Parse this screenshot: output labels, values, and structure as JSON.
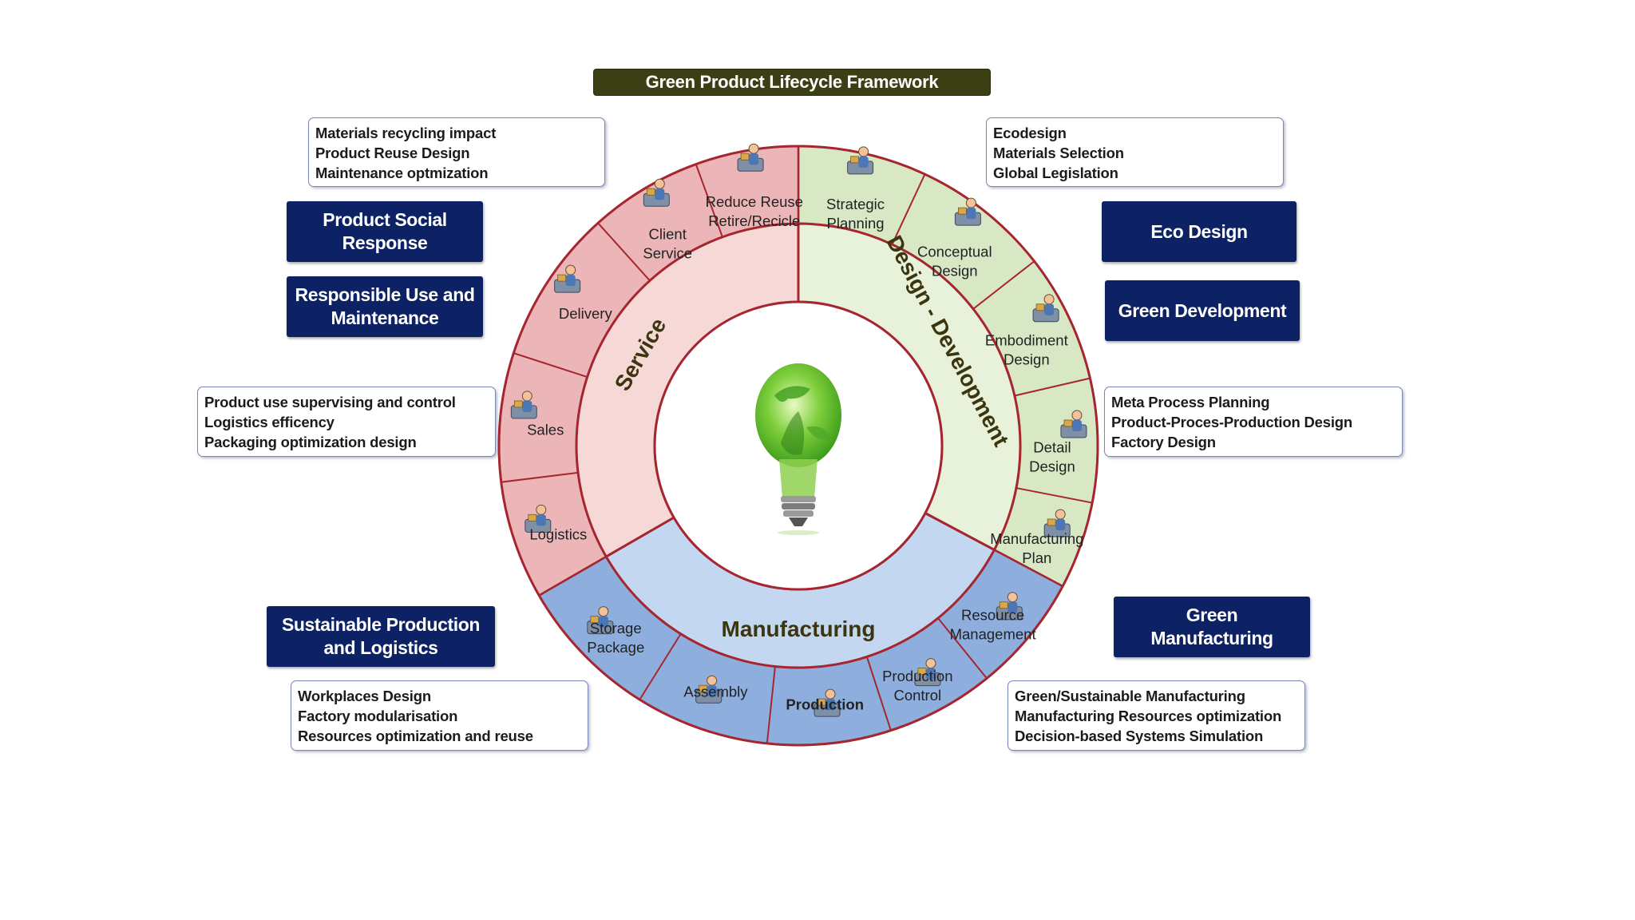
{
  "title": "Green Product Lifecycle Framework",
  "sections": {
    "service": "Service",
    "design": "Design - Development",
    "manufacturing": "Manufacturing"
  },
  "segments": {
    "strategic": [
      "Strategic",
      "Planning"
    ],
    "conceptual": [
      "Conceptual",
      "Design"
    ],
    "embodiment": [
      "Embodiment",
      "Design"
    ],
    "detail": [
      "Detail",
      "Design"
    ],
    "mfgplan": [
      "Manufacturing",
      "Plan"
    ],
    "resource": [
      "Resource",
      "Management"
    ],
    "prodcontrol": [
      "Production",
      "Control"
    ],
    "production": [
      "Production"
    ],
    "assembly": [
      "Assembly"
    ],
    "storage": [
      "Storage",
      "Package"
    ],
    "logistics": [
      "Logistics"
    ],
    "sales": [
      "Sales"
    ],
    "delivery": [
      "Delivery"
    ],
    "client": [
      "Client",
      "Service"
    ],
    "reduce": [
      "Reduce Reuse",
      "Retire/Recicle"
    ]
  },
  "boxes": {
    "product_social": "Product Social\nResponse",
    "responsible_use": "Responsible Use and\nMaintenance",
    "eco_design": "Eco Design",
    "green_development": "Green Development",
    "sustainable_production": "Sustainable Production\nand Logistics",
    "green_manufacturing": "Green\nManufacturing"
  },
  "info": {
    "top_left": [
      "Materials recycling impact",
      "Product Reuse Design",
      "Maintenance optmization"
    ],
    "top_right": [
      "Ecodesign",
      "Materials Selection",
      "Global Legislation"
    ],
    "mid_left": [
      "Product use supervising and control",
      "Logistics efficency",
      "Packaging optimization design"
    ],
    "mid_right": [
      "Meta Process Planning",
      "Product-Proces-Production Design",
      "Factory Design"
    ],
    "bottom_left": [
      "Workplaces Design",
      "Factory modularisation",
      "Resources optimization and reuse"
    ],
    "bottom_right": [
      "Green/Sustainable Manufacturing",
      "Manufacturing Resources optimization",
      "Decision-based Systems Simulation"
    ]
  },
  "colors": {
    "service_outer": "#ecb6b8",
    "service_inner": "#f6d8d6",
    "design_outer": "#d9e8c4",
    "design_inner": "#e8f1d9",
    "manufacturing_outer": "#8eaedd",
    "manufacturing_inner": "#c4d7f0",
    "ring_border": "#a62630",
    "navy": "#0d2264",
    "banner": "#3c3e14"
  },
  "icons": {
    "center": "light-bulb-globe-icon"
  }
}
